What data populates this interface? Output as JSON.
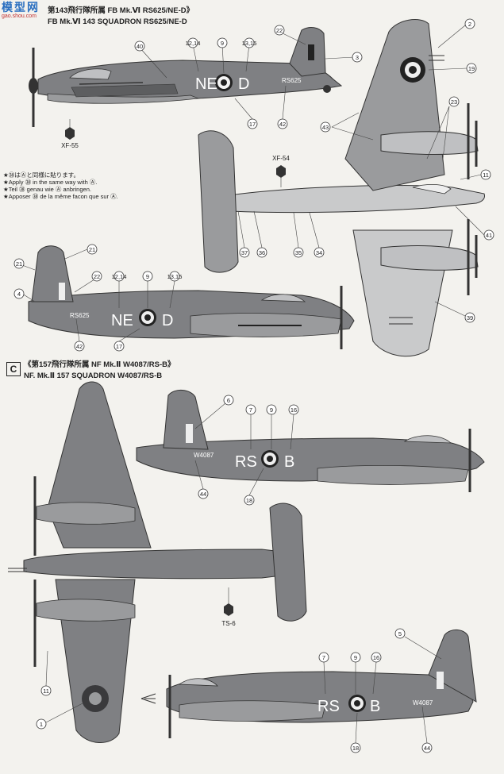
{
  "watermark": {
    "name": "模型网",
    "url": "gao.shou.com"
  },
  "section_b": {
    "title_jp": "第143飛行隊所属 FB Mk.Ⅵ RS625/NE-D》",
    "title_en": "FB Mk.Ⅵ 143 SQUADRON RS625/NE-D",
    "aircraft_code": "NE D",
    "serial": "RS625",
    "paint_codes": [
      "XF-55",
      "XF-54"
    ]
  },
  "notes": {
    "jp": "★㊳はⒶと同様に貼ります。",
    "en": "★Apply ㊳ in the same way with Ⓐ.",
    "de": "★Teil ㊳ genau wie Ⓐ anbringen.",
    "fr": "★Apposer ㊳ de la même facon que sur Ⓐ."
  },
  "section_c": {
    "letter": "C",
    "title_jp": "《第157飛行隊所属 NF Mk.Ⅱ W4087/RS-B》",
    "title_en": "NF. Mk.Ⅱ 157 SQUADRON W4087/RS-B",
    "aircraft_code": "RS B",
    "serial": "W4087",
    "paint_codes": [
      "TS-6"
    ]
  },
  "colors": {
    "paper": "#f3f2ee",
    "dark_grey": "#7f8083",
    "medium_grey": "#9a9b9d",
    "light_grey": "#c9cacb",
    "line": "#333333"
  }
}
